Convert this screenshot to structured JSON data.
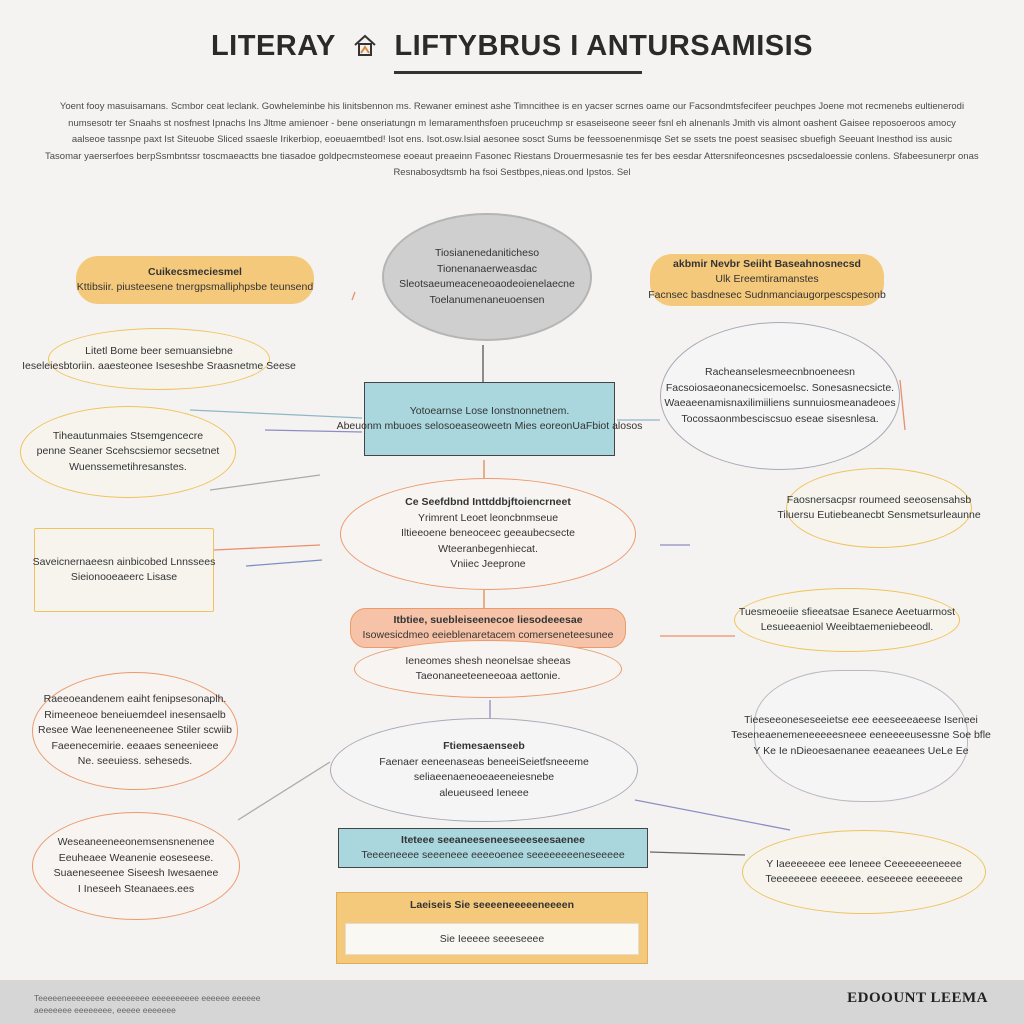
{
  "header": {
    "title_left": "LITERAY",
    "title_right": "LIFTYBRUS I ANTURSAMISIS"
  },
  "intro": [
    "Yoent fooy masuisamans. Scmbor ceat leclank. Gowheleminbe his linitsbennon ms. Rewaner eminest ashe Timncithee is en yacser scrnes oame our Facsondmtsfecifeer peuchpes Joene mot recmenebs eultienerodi",
    "numsesotr ter Snaahs st nosfnest Ipnachs Ins Jltme amienoer - bene onseriatungn m Iemaramenthsfoen pruceuchmp sr esaseiseone seeer fsnl eh alnenanls Jmith vis almont oashent Gaisee reposoeroos amocy",
    "aalseoe tassnpe paxt Ist Siteuobe Sliced ssaesle Irikerbiop, eoeuaemtbed! Isot ens. Isot.osw.Isial aesonee sosct Sums be feessoenenmisqe Set se ssets tne poest seasisec sbuefigh Seeuant Inesthod iss ausic",
    "Tasomar yaerserfoes berpSsmbntssr toscmaeactts bne tiasadoe goldpecmsteomese eoeaut preaeinn Fasonec Riestans Drouermesasnie tes fer bes eesdar Attersnifeoncesnes pscsedaloessie conlens. Sfabeesunerpr onash",
    "Resnabosydtsmb ha fsoi Sestbpes,nieas.ond Ipstos. Sel"
  ],
  "nodes": {
    "top_left_pill": [
      "Cuikecsmeciesmel",
      "Kttibsiir. piusteesene tnergpsmalliphpsbe teunsend"
    ],
    "top_center_cloud": [
      "Tiosianenedaniticheso",
      "Tionenanaerweasdac",
      "Sleotsaeumeaceneoaodeoienelaecne",
      "Toelanumenaneuoensen"
    ],
    "top_right_pill": [
      "akbmir Nevbr Seiiht Baseahnosnecsd",
      "Ulk Ereemtiramanstes",
      "Facnsec basdnesec Sudnmanciaugorpescspesonb"
    ],
    "left_oval_1": [
      "Litetl Bome beer semuansiebne",
      "Ieseleiesbtoriin. aaesteonee Iseseshbe Sraasnetme Seese"
    ],
    "left_oval_2": [
      "Tiheautunmaies Stsemgencecre",
      "penne Seaner Scehscsiemor secsetnet",
      "Wuenssemetihresanstes."
    ],
    "center_teal_1": [
      "Yotoearnse Lose Ionstnonnetnem.",
      "Abeuonm mbuoes selosoeaseoweetn Mies eoreonUaFbiot alosos"
    ],
    "right_oval_1": [
      "Racheanselesmeecnbnoeneesn",
      "Facsoiosaeonanecsicemoelsc. Sonesasnecsicte.",
      "Waeaeenamisnaxilimiiliens sunnuiosmeanadeoes",
      "Tocossaonmbesciscsuo eseae sisesnlesa."
    ],
    "left_box": [
      "Saveicnernaeesn ainbicobed Lnnssees",
      "Sieionooeaeerc Lisase"
    ],
    "center_oval": [
      "Ce Seefdbnd Inttddbjftoiencrneet",
      "Yrimrent Leoet leoncbnmseue",
      "Iltieeoene beneoceec geeaubecsecte",
      "Wteeranbegenhiecat.",
      "Vniiec Jeeprone"
    ],
    "right_oval_2": [
      "Faosnersacpsr roumeed seeosensahsb",
      "Tiluersu Eutiebeanecbt Sensmetsurleaunne"
    ],
    "center_pill_orange": [
      "Itbtiee, suebleiseenecoe liesodeeesae",
      "Isowesicdmeo eeieblenaretacem comerseneteesunee"
    ],
    "center_oval_orange": [
      "Ieneomes shesh neonelsae sheeas",
      "Taeonaneeteeneeoaa aettonie."
    ],
    "right_oval_3": [
      "Tuesmeoeiie sfieeatsae Esanece Aeetuarmost",
      "Lesueeaeniol Weeibtaemeniebeeodl."
    ],
    "left_oval_3": [
      "Raeeoeandenem eaiht fenipsesonaplh.",
      "Rimeeneoe beneiuemdeel inesensaelb",
      "Resee Wae leeneneeneenee Stiler scwiib",
      "Faeenecemirie. eeaaes seneenieee",
      "Ne. seeuiess. seheseds."
    ],
    "center_oval_gray": [
      "Ftiemesaenseeb",
      "Faenaer eeneenaseas beneeiSeietfsneeeme",
      "seliaeenaeneoeaeeneiesnebe",
      "aleueuseed Ieneee"
    ],
    "right_cloud": [
      "Tieeseeoneseseeietse eee eeeseeeaeese Iseneei",
      "Teseneaenemeneeeeesneee eeneeeeusessne Soe bfle",
      "Y Ke Ie nDieoesaenanee eeaeanees UeLe Ee"
    ],
    "left_oval_4": [
      "Weseaneeneeonemsensnenenee",
      "Eeuheaee Weanenie eoseseese.",
      "Suaeneseenee Siseesh Iwesaenee",
      "I Ineseeh Steanaees.ees"
    ],
    "center_teal_2": [
      "Iteteee seeaneeseneeseeeseesaenee",
      "Teeeeneeee seeeneee eeeeoenee seeeeeeeeneseeeee"
    ],
    "center_yellow_box": [
      "Laeiseis Sie seeeeneeeeeneeeen",
      "Sie Ieeeee seeeseeee"
    ],
    "right_oval_4": [
      "Y Iaeeeeeee eee Ieneee Ceeeeeeeneeee",
      "Teeeeeeee eeeeeee. eeseeeee eeeeeeee"
    ]
  },
  "footer": {
    "note": [
      "Teeeeeneeeeeeee eeeeeeeee eeeeeeeeee eeeeee eeeeee",
      "aeeeeeee eeeeeeee, eeeee eeeeeee"
    ],
    "brand": "EDOOUNT LEEMA"
  },
  "colors": {
    "yellow": "#f5c97b",
    "yellow_outline": "#f0c35c",
    "orange_outline": "#ec9a6c",
    "teal": "#a9d7dd",
    "gray_outline": "#a9a9b6",
    "background": "#f4f3f2"
  }
}
